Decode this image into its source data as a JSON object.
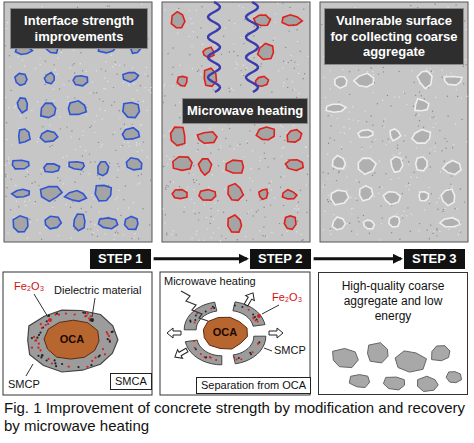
{
  "diagram": {
    "caption": "Fig. 1 Improvement of concrete strength by modification and recovery by microwave heating",
    "nodes": [
      {
        "text": [
          "Interface strength improvements"
        ]
      },
      {
        "text": [
          "Microwave heating"
        ]
      },
      {
        "text": [
          "Vulnerable surface for collecting coarse aggregate"
        ]
      },
      {
        "text": [
          "STEP 1"
        ]
      },
      {
        "text": [
          "STEP 2"
        ]
      },
      {
        "text": [
          "STEP 3"
        ]
      },
      {
        "text": [
          "SMCA"
        ]
      },
      {
        "text": [
          "Separation from OCA"
        ]
      },
      {
        "text": [
          "High-quality coarse aggregate and low energy"
        ]
      }
    ],
    "edges": [
      {
        "from": 3,
        "to": 4,
        "arrow": "to"
      },
      {
        "from": 4,
        "to": 5,
        "arrow": "to"
      }
    ],
    "labels": [
      "Fe₂O₃",
      "Dielectric material",
      "OCA",
      "SMCP",
      "Microwave heating",
      "Fe₂O₃",
      "OCA",
      "SMCP"
    ]
  }
}
